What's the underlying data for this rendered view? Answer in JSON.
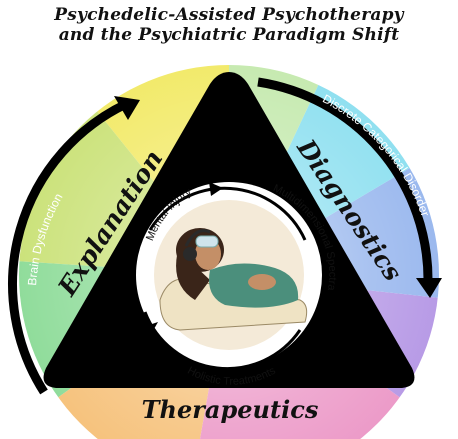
{
  "title": {
    "line1": "Psychedelic-Assisted Psychotherapy",
    "line2": "and the Psychiatric Paradigm Shift"
  },
  "domains": {
    "explanation": "Explanation",
    "diagnostics": "Diagnostics",
    "therapeutics": "Therapeutics"
  },
  "outer_arcs": {
    "explanation": "Brain Dysfunction",
    "diagnostics": "Discrete Categorical Disorder"
  },
  "inner_arcs": {
    "explanation": "Mental Injury",
    "diagnostics": "Multidimensional Spectra",
    "therapeutics": "Holistic Treatments"
  },
  "illustration": "patient-reclining-with-eyeshade-and-headphones",
  "colors": {
    "triangle": "#000000",
    "wheel_yellow": "#f2ea6a",
    "wheel_green": "#8fdc9a",
    "wheel_cyan": "#8fe0f0",
    "wheel_blue": "#9ab8ee",
    "wheel_purple": "#b79ae6",
    "wheel_pink": "#ec9ac8",
    "wheel_orange": "#f6c27c"
  }
}
